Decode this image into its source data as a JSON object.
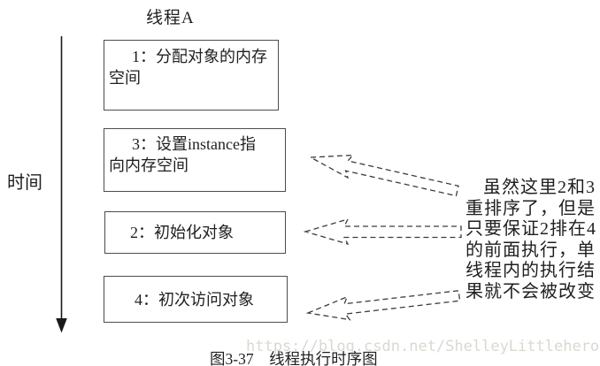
{
  "title": "线程A",
  "time_axis": {
    "label": "时间"
  },
  "steps": {
    "step1": {
      "label": "1：分配对象的内存\n空间"
    },
    "step3": {
      "label": "3：设置instance指\n向内存空间"
    },
    "step2": {
      "label": "2：初始化对象"
    },
    "step4": {
      "label": "4：初次访问对象"
    }
  },
  "annotation": {
    "text": "虽然这里2和3\n重排序了，但是\n只要保证2排在4\n的前面执行，单\n线程内的执行结\n果就不会被改变"
  },
  "watermark": {
    "text": "https://blog.csdn.net/ShelleyLittlehero"
  },
  "caption": {
    "text": "图3-37　线程执行时序图"
  },
  "icons": {
    "timeline": "down-arrow-icon",
    "callouts": "dashed-block-arrow-icon"
  },
  "colors": {
    "background": "#ffffff",
    "ink": "#1f1f1f",
    "box_border": "#4d4d4d",
    "dashed_arrow": "#3c3c3c",
    "timeline": "#1a1a1a",
    "watermark": "#d9d9d2"
  }
}
